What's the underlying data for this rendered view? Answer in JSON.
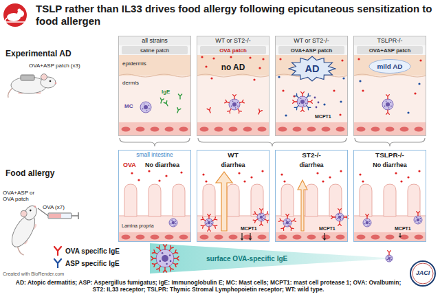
{
  "diagram": {
    "title": "TSLP rather than IL33 drives food allergy following epicutaneous sensitization to food allergen",
    "caption": "AD: Atopic dermatitis; ASP: Aspergillus fumigatus; IgE: Immunoglobulin E; MC: Mast cells; MCPT1: mast cell protease 1; OVA: Ovalbumin; ST2: IL33 receptor; TSLPR: Thymic Stromal Lymphopoietin receptor; WT: wild type.",
    "nodes": [
      {
        "text": [
          "all strains",
          "saline patch",
          "epidermis",
          "dermis",
          "IgE",
          "MC"
        ]
      },
      {
        "text": [
          "WT or ST2-/-",
          "OVA patch",
          "no AD"
        ]
      },
      {
        "text": [
          "WT or ST2-/-",
          "OVA+ASP patch",
          "MCPT1"
        ]
      },
      {
        "text": [
          "AD"
        ],
        "in": 2
      },
      {
        "text": [
          "TSLPR-/-",
          "OVA+ASP patch",
          "mild AD"
        ]
      },
      {
        "text": [
          "small intestine",
          "OVA",
          "No diarrhea",
          "Lamina propria"
        ]
      },
      {
        "text": [
          "WT",
          "diarrhea",
          "MCPT1"
        ]
      },
      {
        "text": [
          "ST2-/-",
          "diarrhea",
          "MCPT1"
        ]
      },
      {
        "text": [
          "TSLPR-/-",
          "No diarrhea",
          "MCPT1"
        ]
      }
    ],
    "labels": [
      "Experimental AD",
      "OVA+ASP patch (x3)",
      "Food allergy",
      "OVA+ASP or OVA patch",
      "OVA (x7)",
      "surface OVA-specific IgE",
      "Created with BioRender.com",
      "JACI"
    ],
    "legend": [
      {
        "text": "OVA specific IgE",
        "color": "#e02424"
      },
      {
        "text": "ASP specific IgE",
        "color": "#1f4fa0"
      }
    ]
  }
}
